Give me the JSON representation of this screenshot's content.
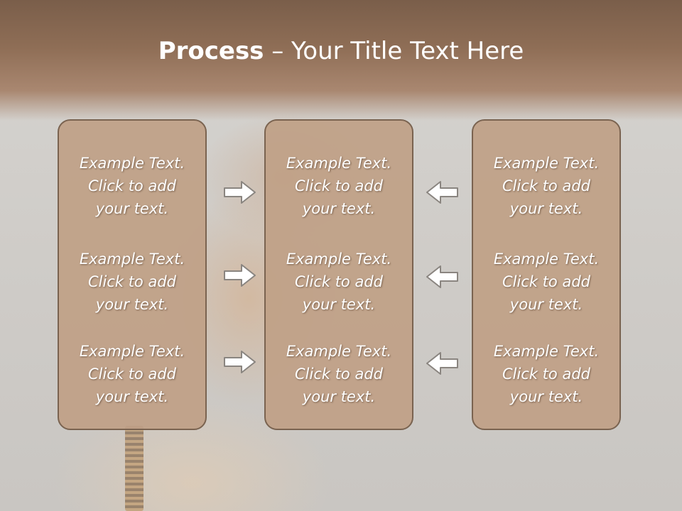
{
  "slide": {
    "title_bold": "Process",
    "title_rest": " – Your Title Text Here"
  },
  "columns": [
    {
      "items": [
        {
          "line1": "Example Text.",
          "line2": "Click  to add",
          "line3": "your text."
        },
        {
          "line1": "Example Text.",
          "line2": "Click  to add",
          "line3": "your text."
        },
        {
          "line1": "Example Text.",
          "line2": "Click  to add",
          "line3": "your text."
        }
      ]
    },
    {
      "items": [
        {
          "line1": "Example Text.",
          "line2": "Click  to add",
          "line3": "your text."
        },
        {
          "line1": "Example Text.",
          "line2": "Click  to add",
          "line3": "your text."
        },
        {
          "line1": "Example Text.",
          "line2": "Click  to add",
          "line3": "your text."
        }
      ]
    },
    {
      "items": [
        {
          "line1": "Example Text.",
          "line2": "Click  to add",
          "line3": "your text."
        },
        {
          "line1": "Example Text.",
          "line2": "Click  to add",
          "line3": "your text."
        },
        {
          "line1": "Example Text.",
          "line2": "Click  to add",
          "line3": "your text."
        }
      ]
    }
  ],
  "arrows": {
    "left_to_mid": "arrow-right-icon",
    "right_to_mid": "arrow-left-icon"
  },
  "colors": {
    "header": "#8f6e56",
    "box_fill": "#c0a086",
    "box_border": "#7a6350",
    "text": "#ffffff"
  }
}
